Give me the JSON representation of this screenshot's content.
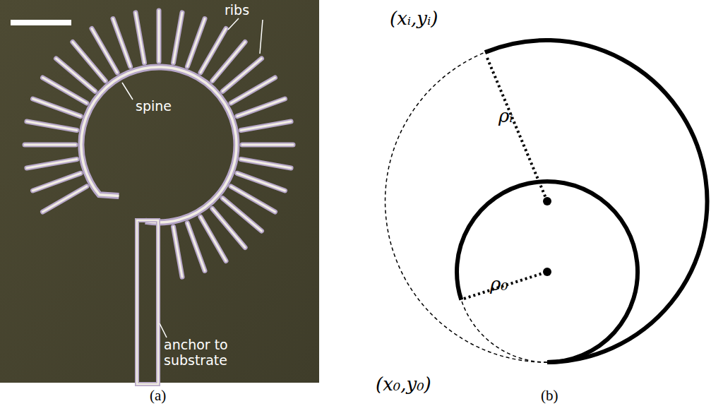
{
  "diagram": {
    "labels": [
      "ribs",
      "spine",
      "anchor to substrate",
      "(a)",
      "(xᵢ,yᵢ)",
      "ρᵢ",
      "ρ₀",
      "(x₀,y₀)",
      "(b)"
    ]
  }
}
